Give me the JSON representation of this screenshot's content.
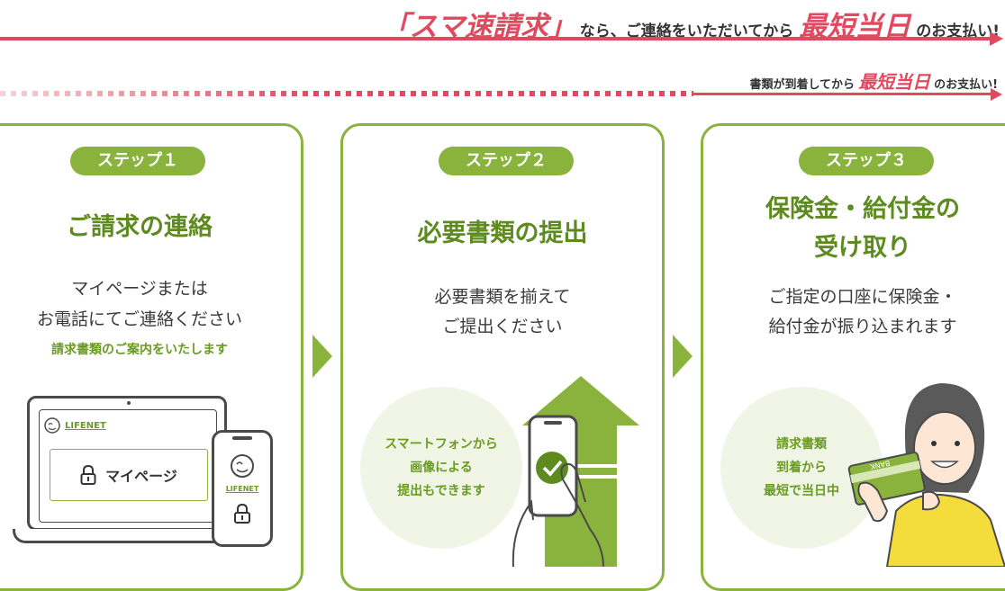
{
  "banner_top": {
    "part1": "「スマ速請求」",
    "part2": "なら、ご連絡をいただいてから",
    "part3": "最短当日",
    "part4": "のお支払い!"
  },
  "banner_second": {
    "part1": "書類が到着してから",
    "part2": "最短当日",
    "part3": "のお支払い!"
  },
  "steps": [
    {
      "badge": "ステップ１",
      "title": "ご請求の連絡",
      "desc_line1": "マイページまたは",
      "desc_line2": "お電話にてご連絡ください",
      "note": "請求書類のご案内をいたします",
      "logo_text": "LIFENET",
      "button_label": "マイページ"
    },
    {
      "badge": "ステップ２",
      "title": "必要書類の提出",
      "desc_line1": "必要書類を揃えて",
      "desc_line2": "ご提出ください",
      "circle_line1": "スマートフォンから",
      "circle_line2": "画像による",
      "circle_line3": "提出もできます"
    },
    {
      "badge": "ステップ３",
      "title_line1": "保険金・給付金の",
      "title_line2": "受け取り",
      "desc_line1": "ご指定の口座に保険金・",
      "desc_line2": "給付金が振り込まれます",
      "circle_line1": "請求書類",
      "circle_line2": "到着から",
      "circle_line3": "最短で当日中",
      "card_text": "BANK"
    }
  ],
  "colors": {
    "accent_red": "#e04a5f",
    "green": "#8ab33d",
    "green_dark": "#5d8b1f"
  }
}
